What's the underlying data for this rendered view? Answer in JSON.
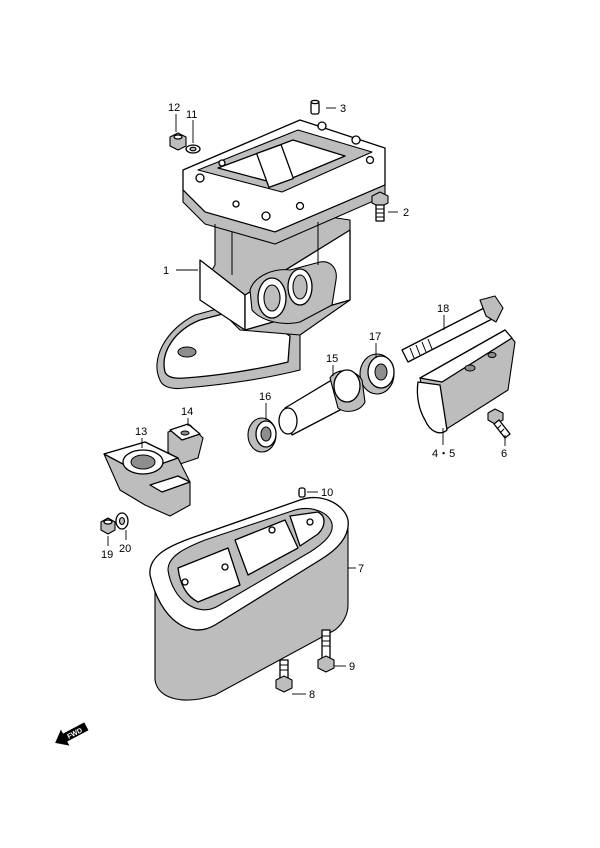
{
  "callouts": {
    "c1": "1",
    "c2": "2",
    "c3": "3",
    "c45": "4・5",
    "c6": "6",
    "c7": "7",
    "c8": "8",
    "c9": "9",
    "c10": "10",
    "c11": "11",
    "c12": "12",
    "c13": "13",
    "c14": "14",
    "c15": "15",
    "c16": "16",
    "c17": "17",
    "c18": "18",
    "c19": "19",
    "c20": "20"
  },
  "fwd_label": "FWD",
  "icons": [
    "forward-arrow-icon"
  ]
}
